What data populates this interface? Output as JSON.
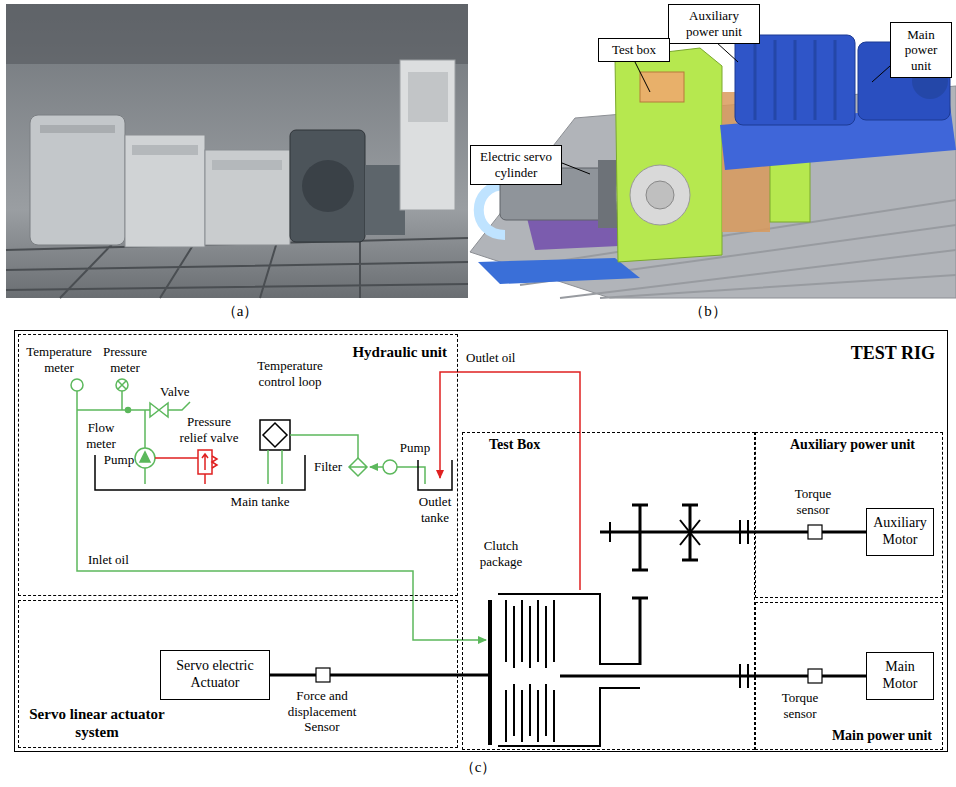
{
  "diagram": {
    "nodes": [
      {
        "text": [
          "Auxiliary power unit"
        ]
      },
      {
        "text": [
          "Main power unit"
        ]
      },
      {
        "text": [
          "Test box"
        ]
      },
      {
        "text": [
          "Electric servo cylinder"
        ]
      },
      {
        "text": [
          "TEST RIG"
        ]
      },
      {
        "text": [
          "Hydraulic unit"
        ],
        "in": 4
      },
      {
        "text": [
          "Test Box"
        ],
        "in": 4
      },
      {
        "text": [
          "Auxiliary power unit"
        ],
        "in": 4
      },
      {
        "text": [
          "Auxiliary Motor"
        ],
        "in": 7
      },
      {
        "text": [
          "Servo linear actuator system"
        ],
        "in": 4
      },
      {
        "text": [
          "Servo electric Actuator"
        ],
        "in": 9
      },
      {
        "text": [
          "Main power unit"
        ],
        "in": 4
      },
      {
        "text": [
          "Main Motor"
        ],
        "in": 11
      }
    ],
    "edges": [
      {
        "from": 10,
        "to": 6,
        "arrow": "none"
      },
      {
        "from": 8,
        "to": 6,
        "arrow": "none"
      },
      {
        "from": 12,
        "to": 6,
        "arrow": "none"
      }
    ],
    "labels": [
      "（a）",
      "（b）",
      "Temperature meter",
      "Pressure meter",
      "Valve",
      "Flow meter",
      "Pump",
      "Pressure relief valve",
      "Temperature control loop",
      "Filter",
      "Pump",
      "Main tanke",
      "Outlet tanke",
      "Inlet oil",
      "Outlet oil",
      "Clutch package",
      "Force and displacement Sensor",
      "Torque sensor",
      "Torque sensor",
      "（c）"
    ]
  }
}
